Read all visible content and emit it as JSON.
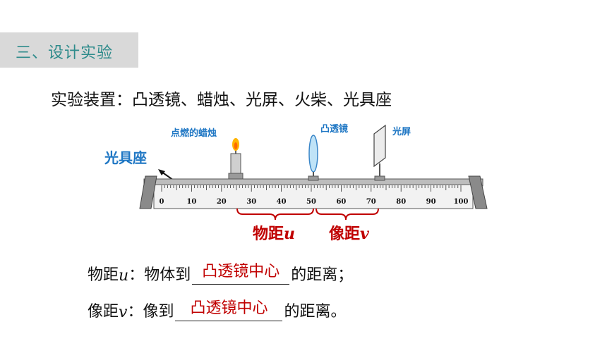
{
  "section": {
    "title": "三、设计实验"
  },
  "equipment": {
    "text": "实验装置：凸透镜、蜡烛、光屏、火柴、光具座"
  },
  "diagram": {
    "labels": {
      "candle": "点燃的蜡烛",
      "lens": "凸透镜",
      "screen": "光屏",
      "bench": "光具座",
      "object_distance_prefix": "物距",
      "object_distance_var": "u",
      "image_distance_prefix": "像距",
      "image_distance_var": "v"
    },
    "ruler_ticks": [
      "0",
      "10",
      "20",
      "30",
      "40",
      "50",
      "60",
      "70",
      "80",
      "90",
      "100"
    ]
  },
  "definitions": [
    {
      "prefix": "物距",
      "var": "u",
      "middle": "：物体到",
      "answer": "凸透镜中心",
      "suffix": "的距离；"
    },
    {
      "prefix": "像距",
      "var": "v",
      "middle": "：像到",
      "answer": "凸透镜中心",
      "suffix": "的距离。"
    }
  ],
  "colors": {
    "accent_teal": "#2e8b8b",
    "label_blue": "#1f77c4",
    "answer_red": "#c00000"
  }
}
